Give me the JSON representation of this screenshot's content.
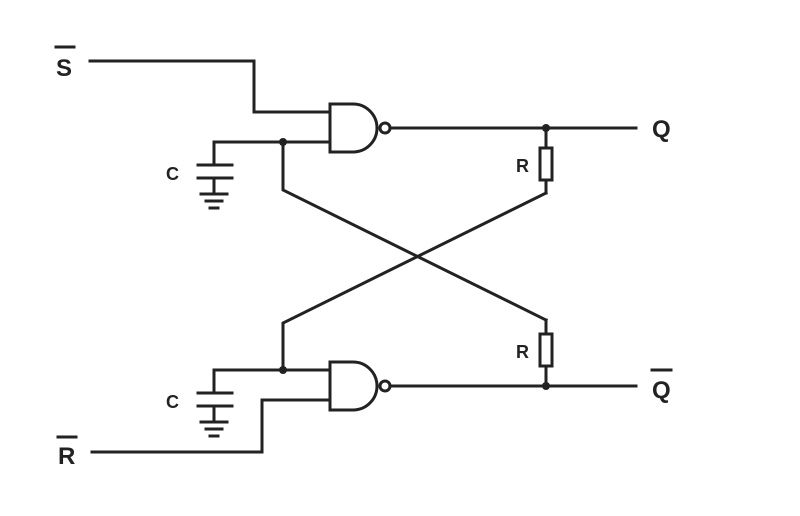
{
  "labels": {
    "s_bar": "S",
    "r_bar": "R",
    "q": "Q",
    "q_bar": "Q",
    "cap_top": "C",
    "cap_bottom": "C",
    "res_top": "R",
    "res_bottom": "R"
  },
  "colors": {
    "ink": "#222222",
    "background": "#ffffff"
  }
}
